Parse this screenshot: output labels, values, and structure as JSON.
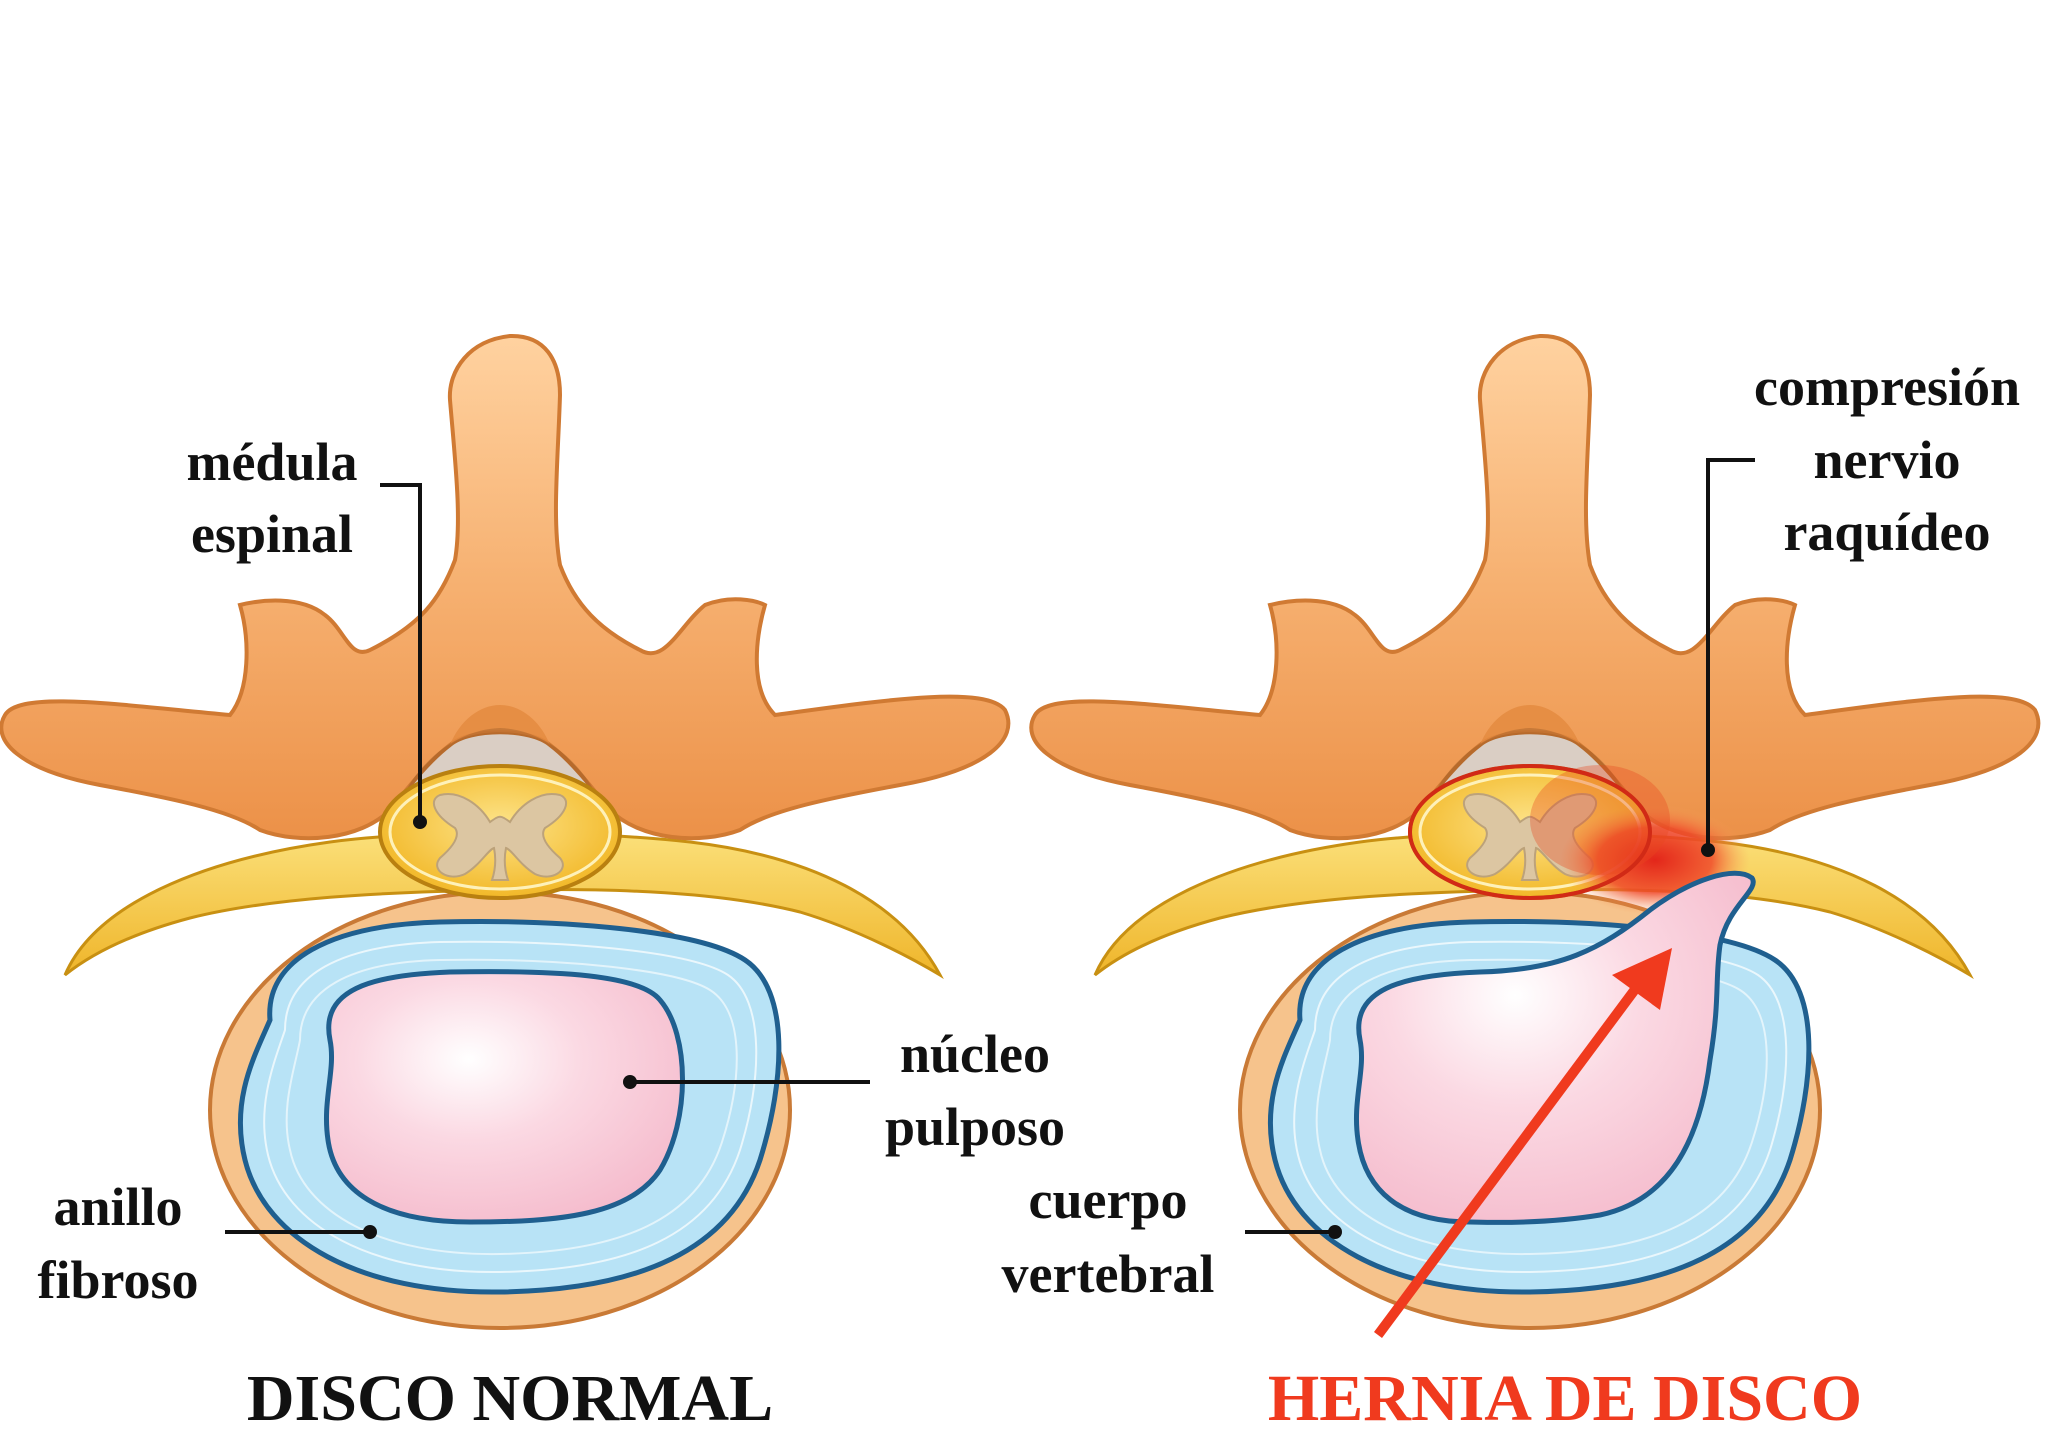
{
  "left_panel": {
    "title": "DISCO NORMAL",
    "labels": {
      "medula_line1": "médula",
      "medula_line2": "espinal",
      "nucleo_line1": "núcleo",
      "nucleo_line2": "pulposo",
      "anillo_line1": "anillo",
      "anillo_line2": "fibroso"
    }
  },
  "right_panel": {
    "title": "HERNIA DE DISCO",
    "labels": {
      "compresion_line1": "compresión",
      "compresion_line2": "nervio",
      "compresion_line3": "raquídeo",
      "cuerpo_line1": "cuerpo",
      "cuerpo_line2": "vertebral"
    }
  },
  "colors": {
    "bone": "#f4a65b",
    "disc_annulus": "#b6e2f5",
    "nucleus": "#f9ccd9",
    "spinal_cord": "#f7c83a",
    "nerve": "#f7c94a",
    "inflammation": "#e32b1f",
    "arrow": "#f03a1e",
    "hernia_title": "#f03a1e",
    "normal_title": "#111111"
  }
}
